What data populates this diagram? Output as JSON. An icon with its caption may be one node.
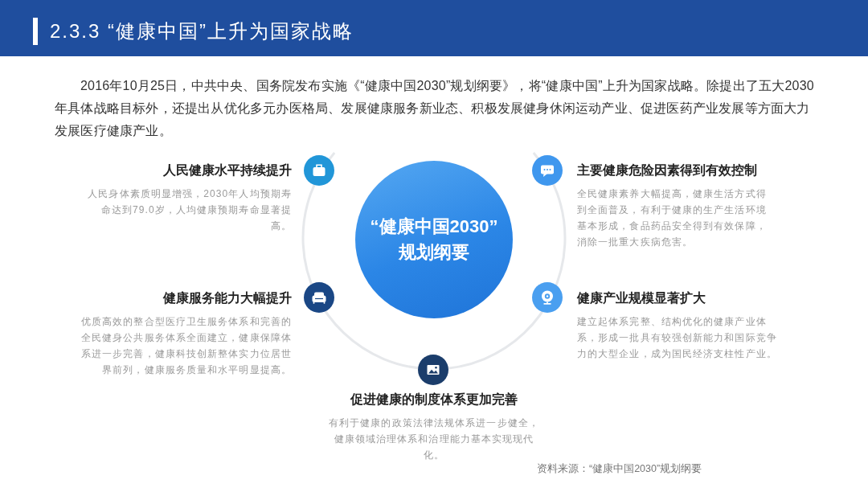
{
  "diagram": {
    "title": "2.3.3 “健康中国”上升为国家战略",
    "nodes": [
      {
        "text": [
          "“健康中国2030”规划纲要"
        ]
      },
      {
        "text": [],
        "shape": "circle",
        "beside": [
          "人民健康水平持续提升",
          "人民身体素质明显增强，2030年人均预期寿命达到79.0岁，人均健康预期寿命显著提高。"
        ]
      },
      {
        "text": [],
        "shape": "circle",
        "beside": [
          "主要健康危险因素得到有效控制",
          "全民健康素养大幅提高，健康生活方式得到全面普及，有利于健康的生产生活环境基本形成，食品药品安全得到有效保障，消除一批重大疾病危害。"
        ]
      },
      {
        "text": [],
        "shape": "circle",
        "beside": [
          "健康服务能力大幅提升",
          "优质高效的整合型医疗卫生服务体系和完善的全民健身公共服务体系全面建立，健康保障体系进一步完善，健康科技创新整体实力位居世界前列，健康服务质量和水平明显提高。"
        ]
      },
      {
        "text": [],
        "shape": "circle",
        "beside": [
          "健康产业规模显著扩大",
          "建立起体系完整、结构优化的健康产业体系，形成一批具有较强创新能力和国际竞争力的大型企业，成为国民经济支柱性产业。"
        ]
      },
      {
        "text": [],
        "shape": "circle",
        "beside": [
          "促进健康的制度体系更加完善",
          "有利于健康的政策法律法规体系进一步健全，健康领域治理体系和治理能力基本实现现代化。"
        ]
      }
    ],
    "labels": [
      "2016年10月25日，中共中央、国务院发布实施《“健康中国2030”规划纲要》，将“健康中国”上升为国家战略。除提出了五大2030年具体战略目标外，还提出从优化多元办医格局、发展健康服务新业态、积极发展健身休闲运动产业、促进医药产业发展等方面大力发展医疗健康产业。",
      "资料来源：“健康中国2030”规划纲要"
    ]
  }
}
